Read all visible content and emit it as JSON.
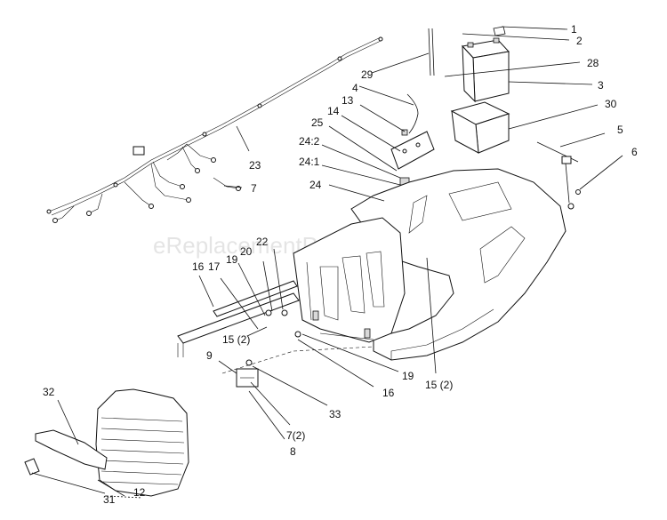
{
  "watermark": "eReplacementParts.com",
  "callouts": [
    {
      "id": "1",
      "text": "1"
    },
    {
      "id": "2",
      "text": "2"
    },
    {
      "id": "28",
      "text": "28"
    },
    {
      "id": "3",
      "text": "3"
    },
    {
      "id": "29",
      "text": "29"
    },
    {
      "id": "4",
      "text": "4"
    },
    {
      "id": "13",
      "text": "13"
    },
    {
      "id": "14",
      "text": "14"
    },
    {
      "id": "25",
      "text": "25"
    },
    {
      "id": "30",
      "text": "30"
    },
    {
      "id": "24_2",
      "text": "24:2"
    },
    {
      "id": "24_1",
      "text": "24:1"
    },
    {
      "id": "5",
      "text": "5"
    },
    {
      "id": "6",
      "text": "6"
    },
    {
      "id": "23",
      "text": "23"
    },
    {
      "id": "7",
      "text": "7"
    },
    {
      "id": "24",
      "text": "24"
    },
    {
      "id": "22",
      "text": "22"
    },
    {
      "id": "20",
      "text": "20"
    },
    {
      "id": "19a",
      "text": "19"
    },
    {
      "id": "16a",
      "text": "16"
    },
    {
      "id": "17",
      "text": "17"
    },
    {
      "id": "15a",
      "text": "15 (2)"
    },
    {
      "id": "9",
      "text": "9"
    },
    {
      "id": "19b",
      "text": "19"
    },
    {
      "id": "16b",
      "text": "16"
    },
    {
      "id": "15b",
      "text": "15 (2)"
    },
    {
      "id": "33",
      "text": "33"
    },
    {
      "id": "32",
      "text": "32"
    },
    {
      "id": "7_2",
      "text": "7(2)"
    },
    {
      "id": "8",
      "text": "8"
    },
    {
      "id": "12",
      "text": "12"
    },
    {
      "id": "31",
      "text": "31"
    }
  ]
}
